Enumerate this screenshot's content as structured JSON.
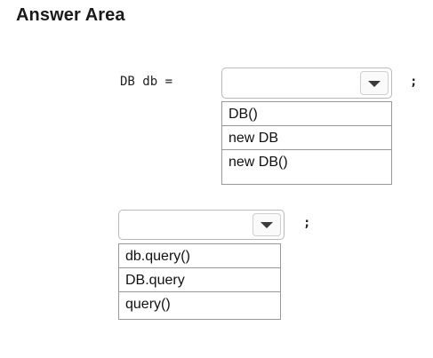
{
  "title": "Answer Area",
  "statement1": {
    "code": "DB db =",
    "terminator": ";",
    "selected": "",
    "options": [
      "DB()",
      "new DB",
      "new DB()"
    ]
  },
  "statement2": {
    "terminator": ";",
    "selected": "",
    "options": [
      "db.query()",
      "DB.query",
      "query()"
    ]
  }
}
